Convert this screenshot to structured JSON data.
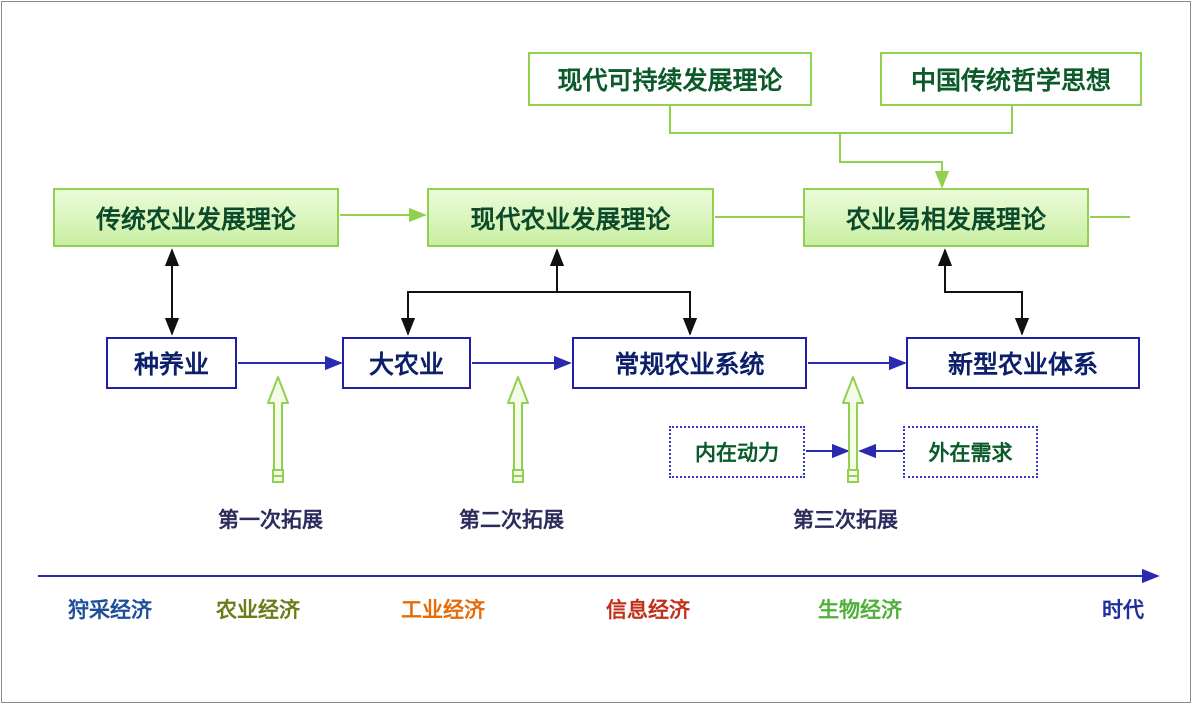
{
  "theories": {
    "modern_sustainable": "现代可持续发展理论",
    "chinese_philosophy": "中国传统哲学思想",
    "traditional_ag": "传统农业发展理论",
    "modern_ag": "现代农业发展理论",
    "ag_transition": "农业易相发展理论"
  },
  "stages": {
    "planting_breeding": "种养业",
    "big_ag": "大农业",
    "conventional_ag": "常规农业系统",
    "new_ag": "新型农业体系"
  },
  "forces": {
    "internal": "内在动力",
    "external": "外在需求"
  },
  "expansions": {
    "first": "第一次拓展",
    "second": "第二次拓展",
    "third": "第三次拓展"
  },
  "timeline": {
    "eras": [
      {
        "label": "狩采经济",
        "color": "#1f4e9a"
      },
      {
        "label": "农业经济",
        "color": "#6a7d1a"
      },
      {
        "label": "工业经济",
        "color": "#e46c0a"
      },
      {
        "label": "信息经济",
        "color": "#c0311c"
      },
      {
        "label": "生物经济",
        "color": "#4fb03a"
      }
    ],
    "end_label": "时代",
    "end_color": "#1f2f9a"
  }
}
